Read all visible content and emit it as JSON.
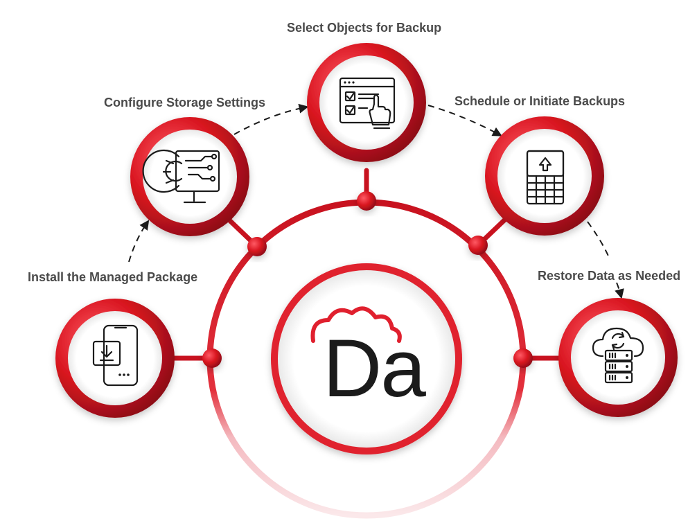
{
  "steps": [
    {
      "id": "install",
      "label": "Install the Managed Package",
      "icon": "mobile-download-icon"
    },
    {
      "id": "storage",
      "label": "Configure Storage Settings",
      "icon": "gear-circuit-monitor-icon"
    },
    {
      "id": "objects",
      "label": "Select Objects for Backup",
      "icon": "checklist-click-icon"
    },
    {
      "id": "schedule",
      "label": "Schedule or Initiate Backups",
      "icon": "upload-grid-icon"
    },
    {
      "id": "restore",
      "label": "Restore Data as Needed",
      "icon": "cloud-server-sync-icon"
    }
  ],
  "center": {
    "logo_text": "Da",
    "icon": "cloud-logo-icon"
  },
  "colors": {
    "accent": "#e0202e",
    "accent_dark": "#9e1420",
    "ring_light": "#f6d3d6",
    "text": "#4a4a4a",
    "logo_text": "#1b1b1b"
  }
}
